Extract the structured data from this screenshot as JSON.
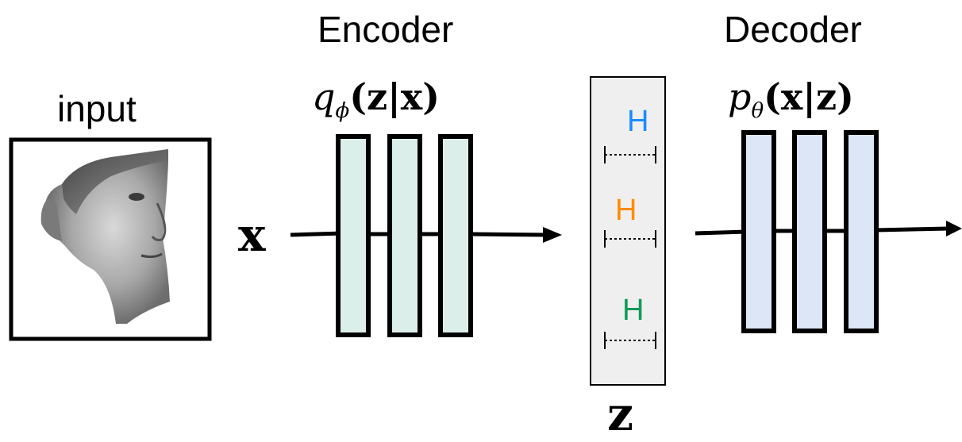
{
  "labels": {
    "input": "input",
    "encoder": "Encoder",
    "decoder": "Decoder",
    "encoder_formula": {
      "main": "q",
      "sub": "ϕ",
      "args": "(z|x)"
    },
    "decoder_formula": {
      "main": "p",
      "sub": "θ",
      "args": "(x|z)"
    },
    "x_symbol": "x",
    "z_symbol": "z"
  },
  "latent_markers": [
    {
      "glyph": "H",
      "color": "#1a8cff"
    },
    {
      "glyph": "H",
      "color": "#ff8c00"
    },
    {
      "glyph": "H",
      "color": "#109a55"
    }
  ],
  "colors": {
    "encoder_fill": "#dceee9",
    "decoder_fill": "#dce6f6",
    "latent_fill": "#efefef",
    "stroke": "#000000"
  }
}
